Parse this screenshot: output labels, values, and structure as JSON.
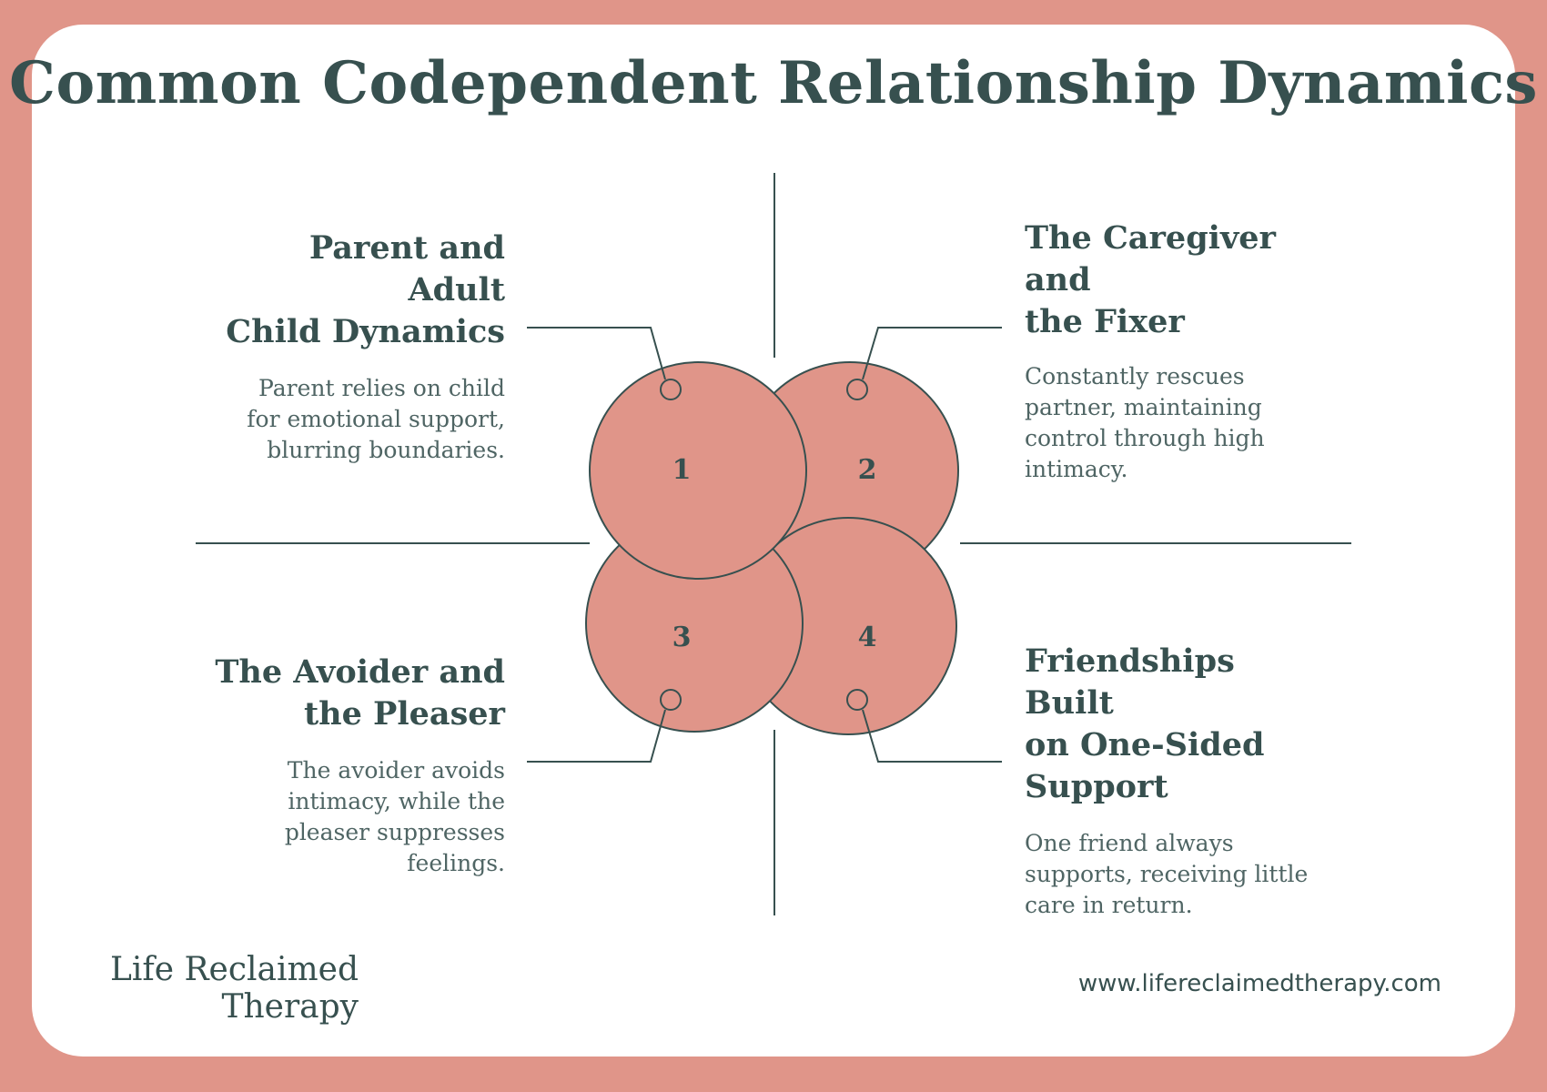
{
  "title": "Common Codependent Relationship Dynamics",
  "accent_color": "#E09589",
  "text_color": "#37504F",
  "items": [
    {
      "number": "1",
      "heading_lines": [
        "Parent and Adult",
        "Child Dynamics"
      ],
      "description_lines": [
        "Parent relies on child",
        "for emotional support,",
        "blurring boundaries."
      ]
    },
    {
      "number": "2",
      "heading_lines": [
        "The Caregiver and",
        "the Fixer"
      ],
      "description_lines": [
        "Constantly rescues",
        "partner, maintaining",
        "control through high",
        "intimacy."
      ]
    },
    {
      "number": "3",
      "heading_lines": [
        "The Avoider and",
        "the Pleaser"
      ],
      "description_lines": [
        "The avoider avoids",
        "intimacy, while the",
        "pleaser suppresses",
        "feelings."
      ]
    },
    {
      "number": "4",
      "heading_lines": [
        "Friendships Built",
        "on One-Sided",
        "Support"
      ],
      "description_lines": [
        "One friend always",
        "supports, receiving little",
        "care in return."
      ]
    }
  ],
  "footer": {
    "brand_lines": [
      "Life Reclaimed",
      "Therapy"
    ],
    "url": "www.lifereclaimedtherapy.com"
  }
}
